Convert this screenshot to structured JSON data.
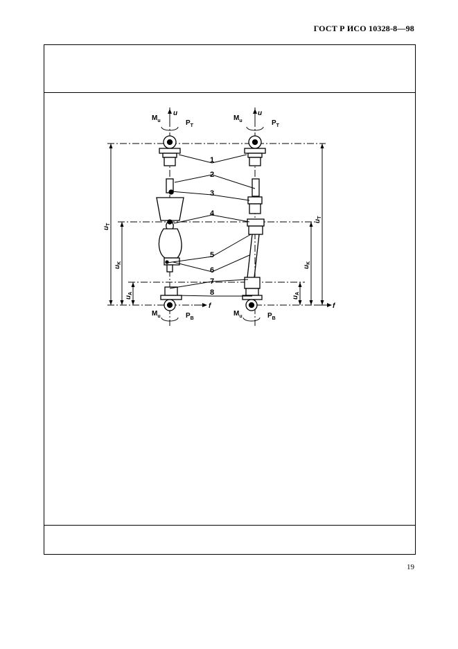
{
  "header": {
    "doc_code": "ГОСТ Р ИСО 10328-8—98"
  },
  "footer": {
    "page_number": "19"
  },
  "figure": {
    "callouts": [
      "1",
      "2",
      "3",
      "4",
      "5",
      "6",
      "7",
      "8"
    ],
    "moment": "M",
    "moment_sub": "u",
    "axis_u": "u",
    "axis_f": "f",
    "force_top": "P",
    "force_top_sub": "T",
    "force_bottom": "P",
    "force_bottom_sub": "B",
    "dim_prefix": "u",
    "dim_T_sub": "T",
    "dim_K_sub": "K",
    "dim_A_sub": "A"
  }
}
